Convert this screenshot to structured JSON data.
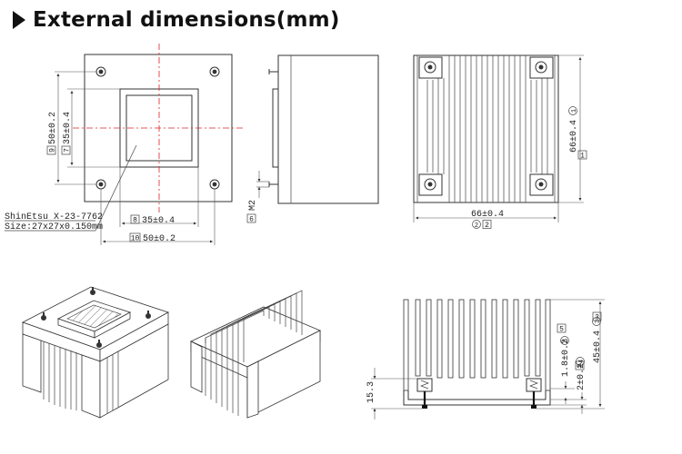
{
  "title": "External dimensions(mm)",
  "front_view": {
    "dim_vertical_outer": "50±0.2",
    "dim_vertical_outer_num": "9",
    "dim_vertical_inner": "35±0.4",
    "dim_vertical_inner_num": "7",
    "dim_horizontal_inner": "35±0.4",
    "dim_horizontal_inner_num": "8",
    "dim_horizontal_outer": "50±0.2",
    "dim_horizontal_outer_num": "10",
    "note_line1": "ShinEtsu X-23-7762",
    "note_line2": "Size:27x27x0.150mm"
  },
  "side_view": {
    "screw_label": "M2",
    "screw_num": "6"
  },
  "top_view": {
    "dim_height": "66±0.4",
    "dim_height_circle": "1",
    "dim_height_num": "1",
    "dim_width": "66±0.4",
    "dim_width_circle": "2",
    "dim_width_num": "2"
  },
  "profile_view": {
    "dim_total": "45±0.4",
    "dim_total_circle": "3",
    "dim_total_num": "3",
    "dim_fin_base": "1.8±0.2",
    "dim_fin_base_circle": "5",
    "dim_fin_base_num": "5",
    "dim_base": "2±0.2",
    "dim_base_circle": "4",
    "dim_base_num": "4",
    "dim_clip": "15.3"
  }
}
